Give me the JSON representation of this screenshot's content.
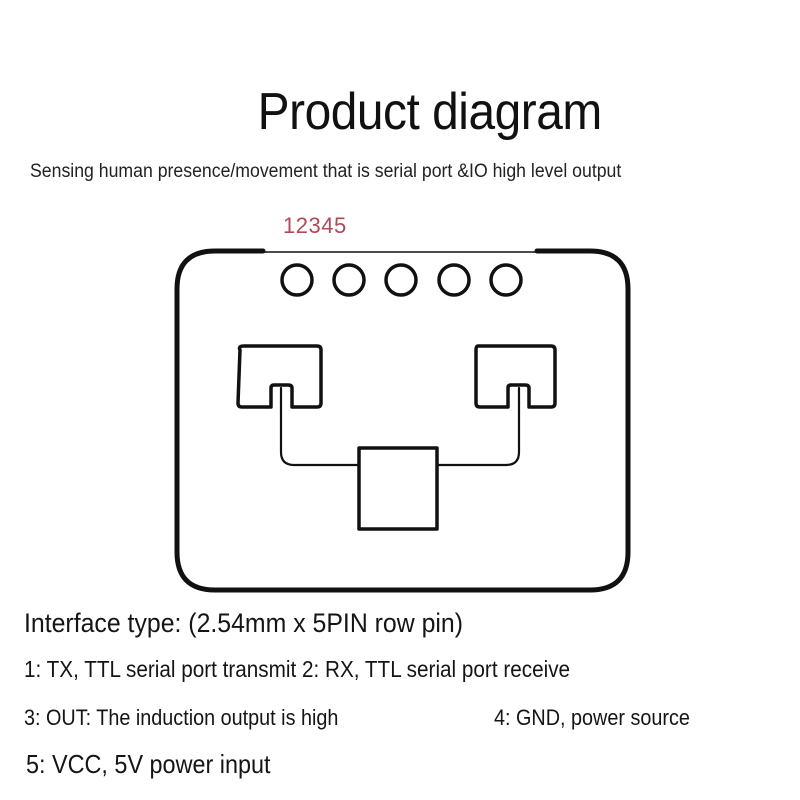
{
  "header": {
    "title": "Product diagram",
    "subtitle": "Sensing human presence/movement that is serial port &IO high level output"
  },
  "diagram": {
    "pin_numbers_label": "12345",
    "pin_label_color": "#b04a5a",
    "pin_count": 5,
    "outline_color": "#111111",
    "components": [
      "pin-header",
      "antenna-pad-left",
      "antenna-pad-right",
      "chip"
    ]
  },
  "specs": {
    "interface": "Interface type: (2.54mm x 5PIN row pin)",
    "pin1_pin2": "1: TX, TTL serial port transmit 2: RX, TTL serial port receive",
    "pin3": "3: OUT: The induction output is high",
    "pin4": "4: GND, power source",
    "pin5": "5: VCC, 5V power input"
  }
}
